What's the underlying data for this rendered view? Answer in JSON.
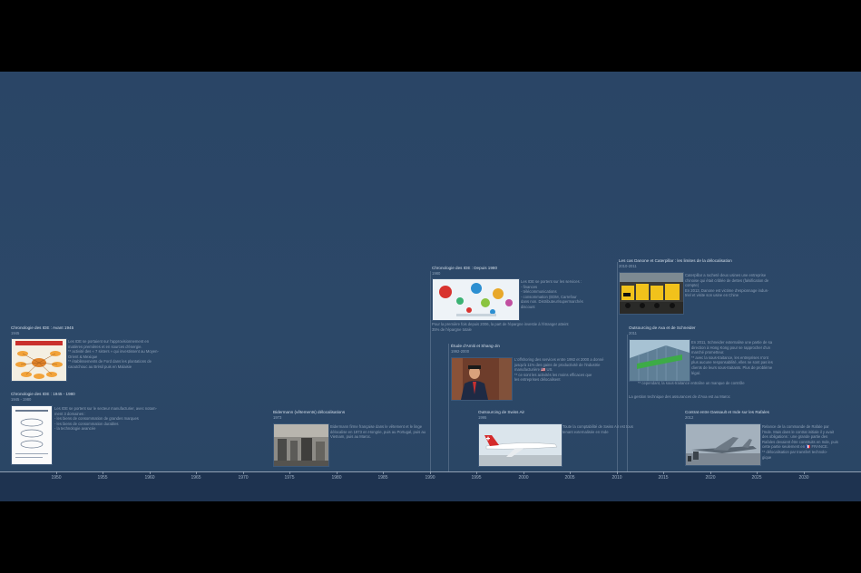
{
  "axis": {
    "ticks": [
      "1950",
      "1955",
      "1960",
      "1965",
      "1970",
      "1975",
      "1980",
      "1985",
      "1990",
      "1995",
      "2000",
      "2005",
      "2010",
      "2015",
      "2020",
      "2025",
      "2030"
    ]
  },
  "events": {
    "e1": {
      "title": "Chronologie des IDE : Avant 1945",
      "date": "1945",
      "lines": [
        "Les IDE se portaient sur l'approvisionnement en",
        "matières premières et en sources d'énergie.",
        "  ** activité des « 7 sisters » qui investissent au Moyen-",
        "  Orient & Mexique",
        "  ** établissements de Ford dans les plantations de",
        "  caoutchouc au        Brésil puis en Malaisie"
      ]
    },
    "e2": {
      "title": "Chronologie des IDE : 1945 - 1980",
      "date": "1945 - 1980",
      "lines": [
        "Les IDE se portent sur le secteur manufacturier, avec notam-",
        "ment 3 domaines :",
        "  - les biens de consommation de grandes marques",
        "  - les biens de consommation durables",
        "  - la technologie avancée"
      ]
    },
    "e3": {
      "title": "Bidermann (vêtements) délocalisations",
      "date": "1973",
      "lines": [
        "Bidermann firme française dans le vêtement et le linge",
        "délocalise en 1973 en Hongrie, puis au Portugal, puis au",
        "Vietnam, puis au Maroc."
      ]
    },
    "e4": {
      "title": "Chronologie des IDE : Depuis 1980",
      "date": "1980",
      "lines": [
        "Les IDE se portent sur les services :",
        "  - finances",
        "  - télécommunications",
        "  - consommation (EDM, Carrefour",
        "  dans non. Distributeur/supermarchés",
        "  discount"
      ],
      "extra": [
        "Pour la première fois depuis 2006, la part de l'épargne investie à l'étranger atteint",
        "35% de l'épargne totale"
      ]
    },
    "e5": {
      "title": "Étude d'Amiti et Shang-Jin",
      "date": "1992-2000",
      "lines": [
        "L'offshoring des services entre 1992 et 2000 a donné",
        "jusqu'à 11% des gains de productivité de l'industrie",
        "manufacturière 🇺🇸 US.",
        "  ** ce sont les activités les moins efficaces que",
        "  les entreprises délocalisent"
      ]
    },
    "e6": {
      "title": "Outsourcing de Swiss Air",
      "date": "1995",
      "lines": [
        "Toute la comptabilité de Swiss Air est tous",
        "tenant externalisée en Inde"
      ]
    },
    "e7": {
      "title": "Les cas Danone et Caterpillar : les limites de la délocalisation",
      "date": "2010-2011",
      "lines": [
        "Caterpillar a racheté deux usines une entreprise",
        "chinoise qui était criblée de dettes (falsification de",
        "compte)",
        "",
        "En 2013, Danone est victime d'espionnage indus-",
        "triel et visite son usine en Chine"
      ]
    },
    "e8": {
      "title": "Outsourcing de Axa et de Schneider",
      "date": "2011",
      "lines": [
        "En 2011, Schneider externalise une partie de sa",
        "direction à Hong Kong pour se rapprocher d'un",
        "marché prometteur.",
        "  ** avec la sous-traitance, les entreprises n'ont",
        "  plus aucune responsabilité, elles ne sont pas les",
        "  clients de leurs sous-traitants. Plus de problème",
        "  légal.",
        "  ** cependant, la sous-traitance entraîne un manque de contrôle"
      ],
      "extra": [
        "La gestion technique des assurances de d'Axa est au Maroc"
      ]
    },
    "e9": {
      "title": "Contrat entre Dassault et Inde sur les Rafales",
      "date": "2012",
      "lines": [
        "Relance de la commande de Rafale par",
        "l'Inde. Mais dans le contrat initiale il y avait",
        "des obligations : une grande partie des",
        "Rafales devaient être construits en Inde, puis",
        "cette partie seulement en 🇫🇷 FRANCE.",
        "  ** délocalisation par transfert technolo-",
        "  gique"
      ]
    }
  },
  "colors": {
    "stage": "#2b4767",
    "axis": "#1e3350",
    "letterbox": "#000000"
  }
}
